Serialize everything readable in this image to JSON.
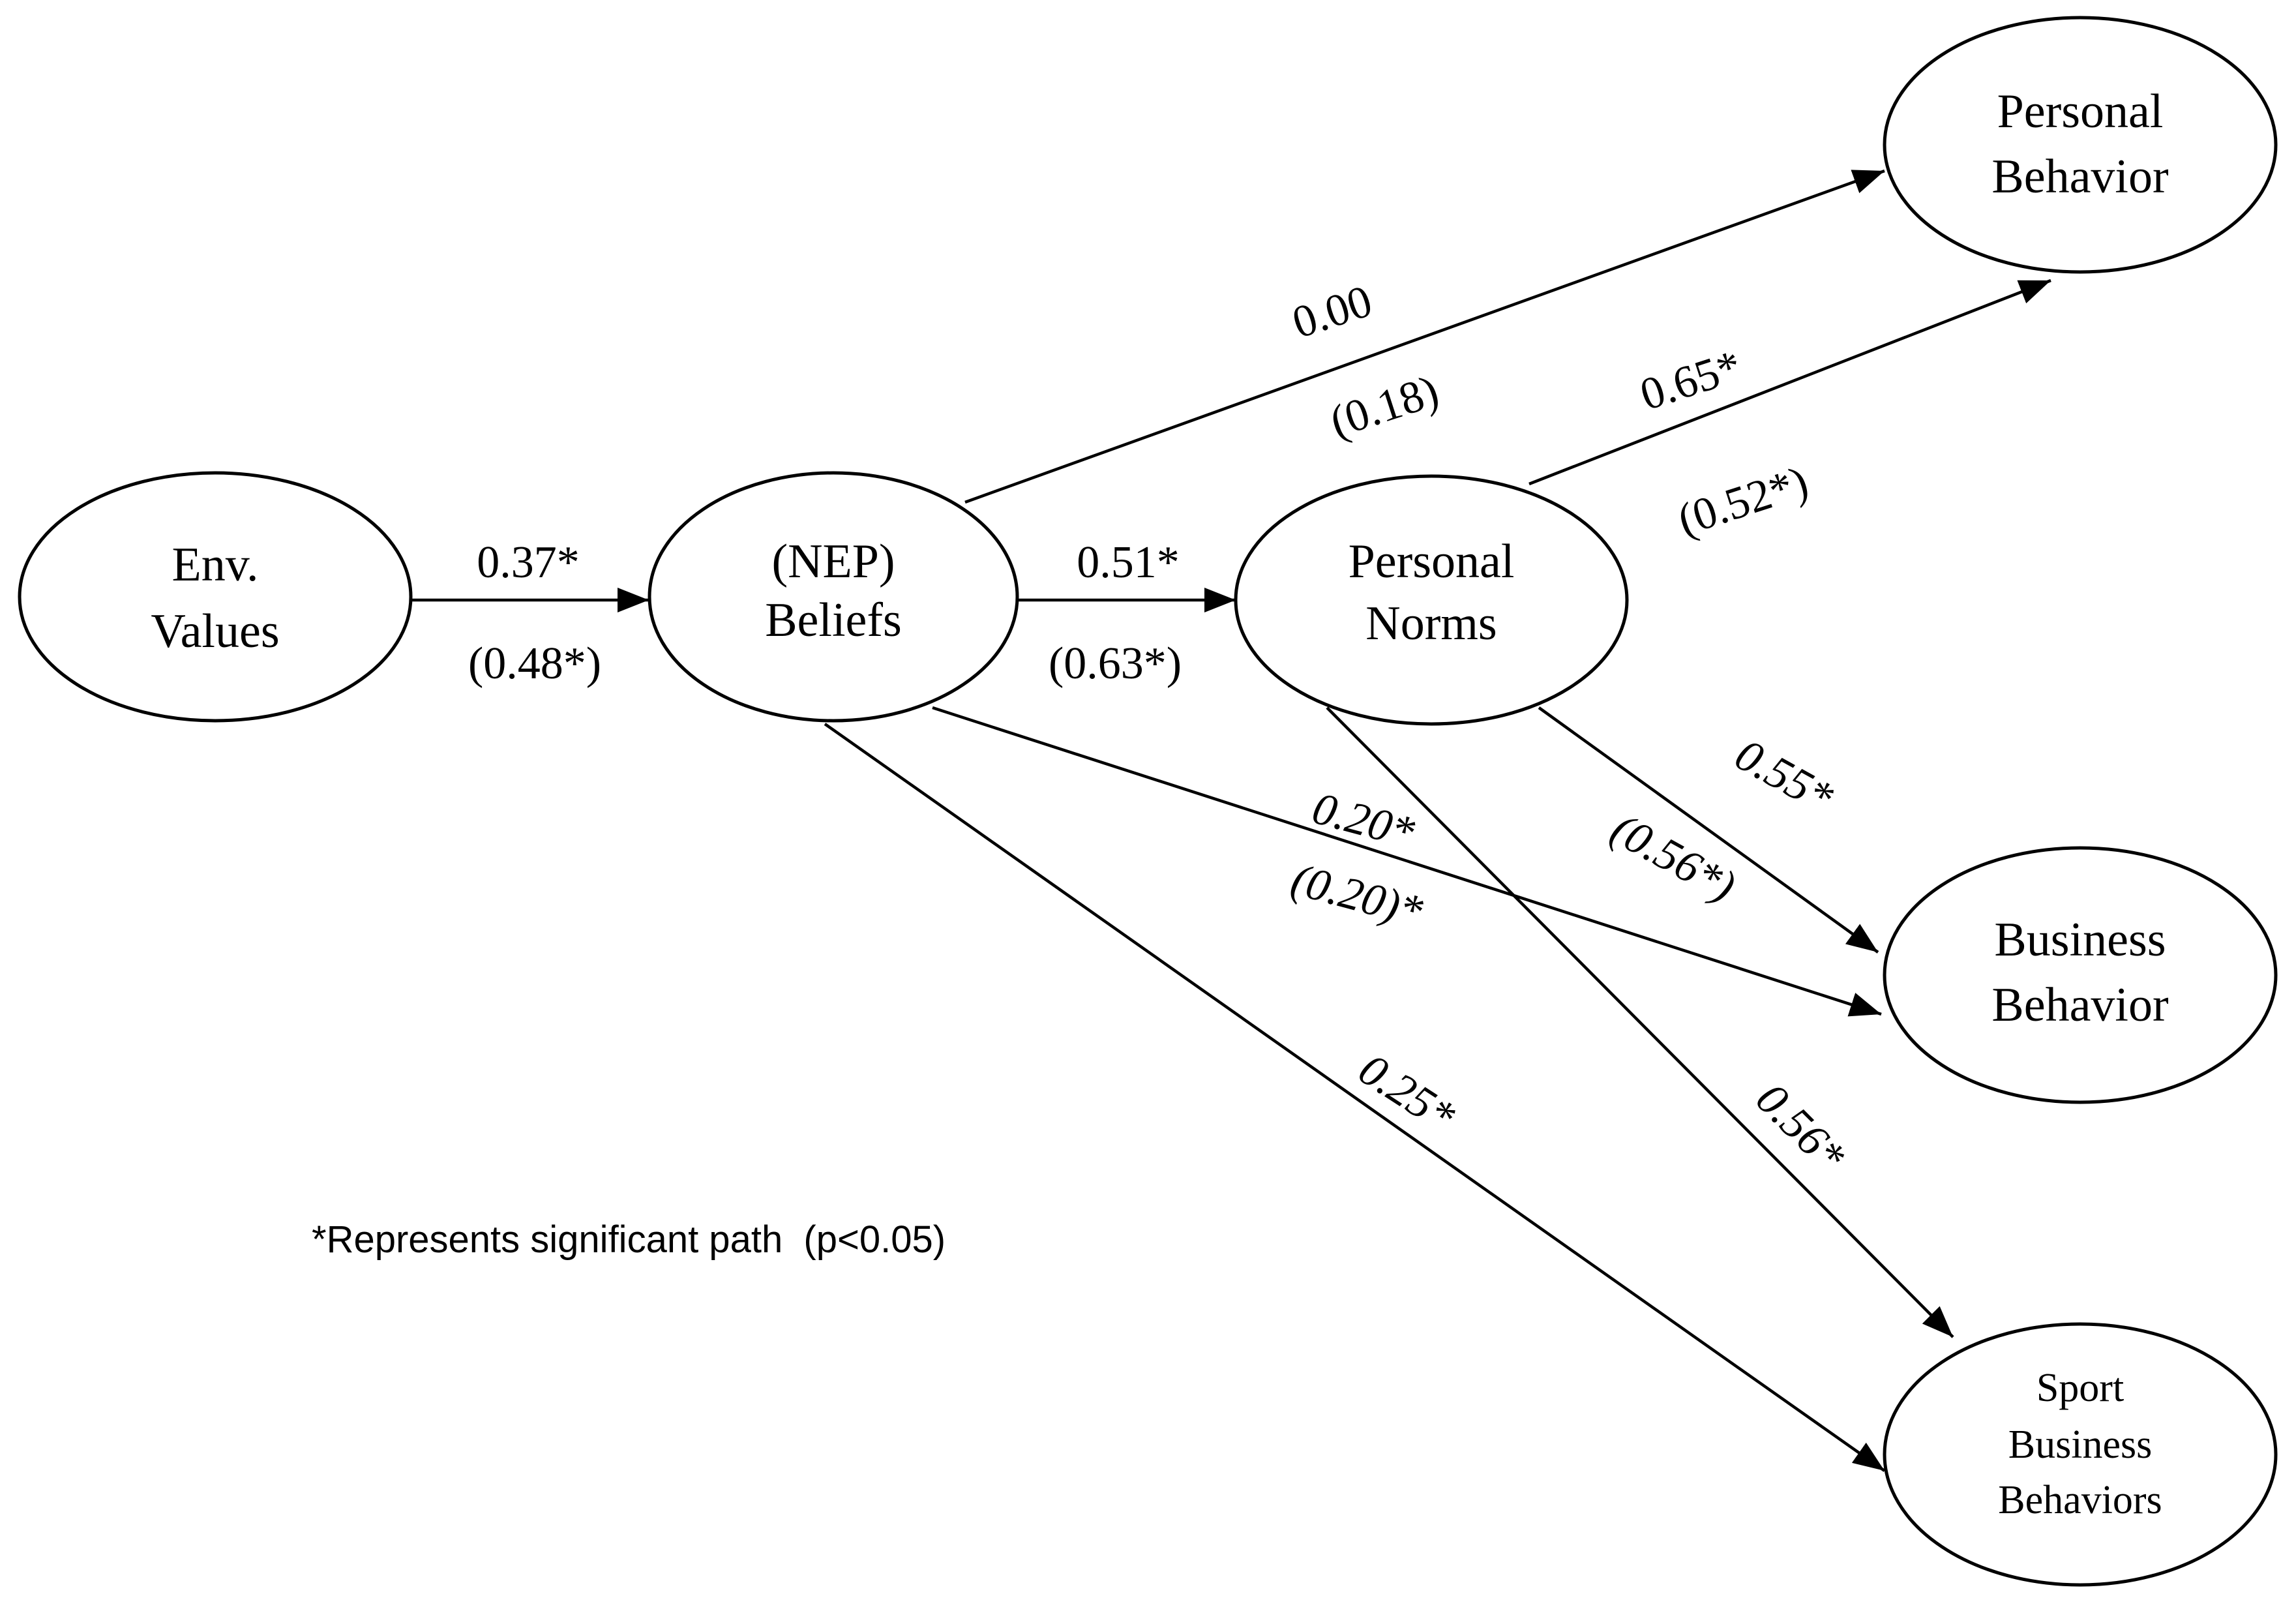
{
  "nodes": {
    "env_values": {
      "line1": "Env.",
      "line2": "Values"
    },
    "nep_beliefs": {
      "line1": "(NEP)",
      "line2": "Beliefs"
    },
    "personal_norms": {
      "line1": "Personal",
      "line2": "Norms"
    },
    "personal_behavior": {
      "line1": "Personal",
      "line2": "Behavior"
    },
    "business_behavior": {
      "line1": "Business",
      "line2": "Behavior"
    },
    "sport_business_behaviors": {
      "line1": "Sport",
      "line2": "Business",
      "line3": "Behaviors"
    }
  },
  "edges": {
    "env_to_nep": {
      "coef": "0.37*",
      "alt": "(0.48*)"
    },
    "nep_to_norms": {
      "coef": "0.51*",
      "alt": "(0.63*)"
    },
    "nep_to_personal_behavior": {
      "coef": "0.00",
      "alt": "(0.18)"
    },
    "norms_to_personal_behavior": {
      "coef": "0.65*",
      "alt": "(0.52*)"
    },
    "norms_to_business_behavior": {
      "coef": "0.55*",
      "alt": "(0.56*)"
    },
    "nep_to_business_behavior": {
      "coef": "0.20*",
      "alt": "(0.20)*"
    },
    "nep_to_sport_business": {
      "coef": "0.25*"
    },
    "norms_to_sport_business": {
      "coef": "0.56*"
    }
  },
  "legend": {
    "note": "*Represents significant path  (p<0.05)"
  }
}
